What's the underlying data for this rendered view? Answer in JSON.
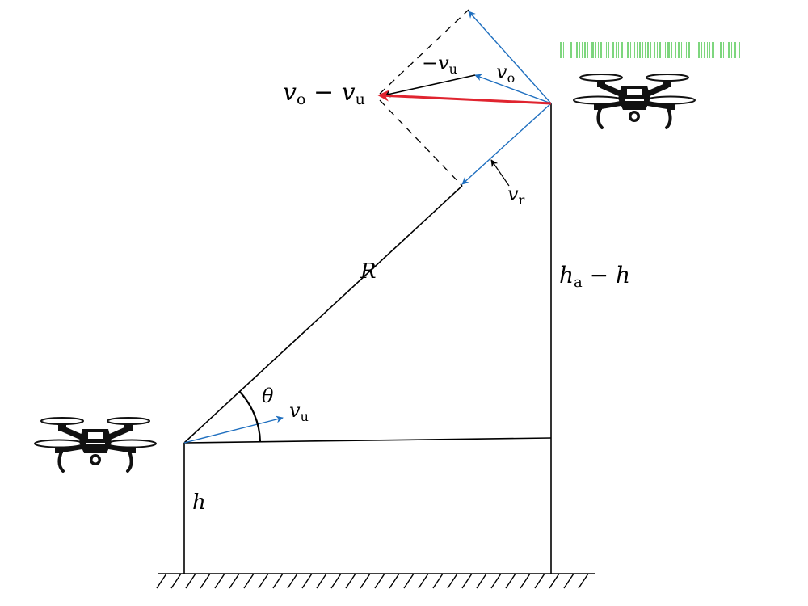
{
  "labels": {
    "vo_minus_vu": {
      "main1": "v",
      "sub1": "o",
      "op": " − ",
      "main2": "v",
      "sub2": "u"
    },
    "neg_vu": {
      "op": "−",
      "main": "v",
      "sub": "u"
    },
    "vo": {
      "main": "v",
      "sub": "o"
    },
    "vr": {
      "main": "v",
      "sub": "r"
    },
    "R": "R",
    "ha_minus_h": {
      "main1": "h",
      "sub1": "a",
      "op": " − ",
      "main2": "h"
    },
    "theta": "θ",
    "vu": {
      "main": "v",
      "sub": "u"
    },
    "h": "h"
  },
  "colors": {
    "vector_blue": "#1f6fbf",
    "resultant_red": "#e0242f",
    "line_black": "#000000",
    "propeller_streak_green": "#7ed67e"
  },
  "icons": {
    "upper_drone": "quadcopter-drone-icon",
    "lower_drone": "quadcopter-drone-icon"
  }
}
